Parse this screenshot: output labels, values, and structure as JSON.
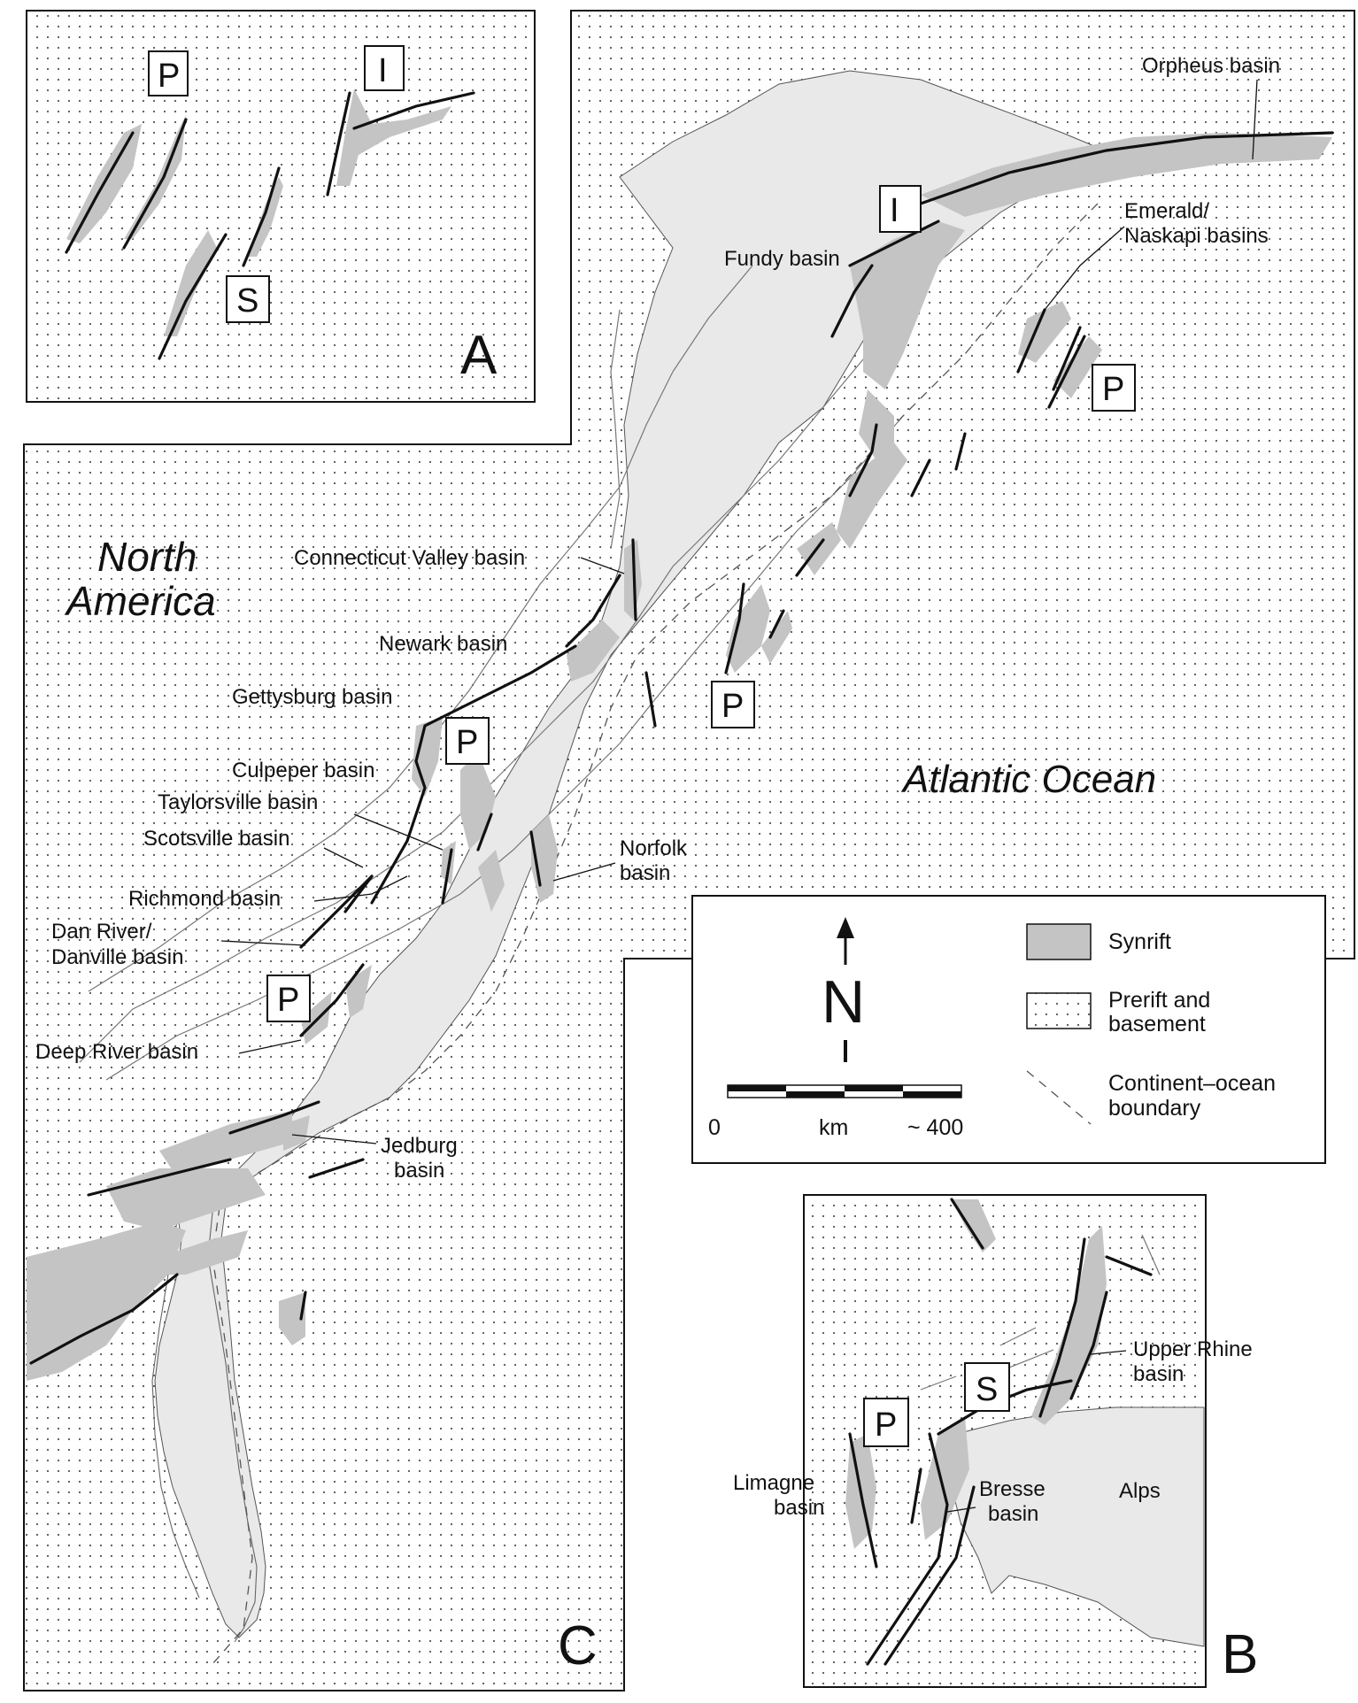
{
  "panels": {
    "a": {
      "letter": "A",
      "boxes": [
        "P",
        "I",
        "S"
      ]
    },
    "b": {
      "letter": "B",
      "box_p": "P",
      "box_s": "S",
      "labels": {
        "upper_rhine": [
          "Upper Rhine",
          "basin"
        ],
        "limagne": [
          "Limagne",
          "basin"
        ],
        "bresse": [
          "Bresse",
          "basin"
        ],
        "alps": "Alps"
      }
    },
    "c": {
      "letter": "C",
      "continent": [
        "North",
        "America"
      ],
      "ocean": "Atlantic Ocean",
      "boxes": {
        "p1": "P",
        "p2": "P",
        "p3": "P",
        "p4": "P",
        "i": "I"
      },
      "labels": {
        "orpheus": "Orpheus basin",
        "emerald": [
          "Emerald/",
          "Naskapi basins"
        ],
        "fundy": "Fundy basin",
        "connecticut": "Connecticut Valley basin",
        "newark": "Newark basin",
        "gettysburg": "Gettysburg basin",
        "culpeper": "Culpeper basin",
        "taylorsville": "Taylorsville basin",
        "scotsville": "Scotsville basin",
        "norfolk": [
          "Norfolk",
          "basin"
        ],
        "richmond": "Richmond basin",
        "danriver": [
          "Dan River/",
          "Danville basin"
        ],
        "deepriver": "Deep River basin",
        "jedburg": [
          "Jedburg",
          "basin"
        ]
      }
    }
  },
  "legend": {
    "synrift": "Synrift",
    "prerift": [
      "Prerift and",
      "basement"
    ],
    "cob": [
      "Continent–ocean",
      "boundary"
    ],
    "north": "N",
    "scale": {
      "zero": "0",
      "unit": "km",
      "max": "~ 400"
    }
  },
  "colors": {
    "synrift": "#c4c4c4",
    "light_area": "#e9e9e9",
    "line": "#111111"
  }
}
